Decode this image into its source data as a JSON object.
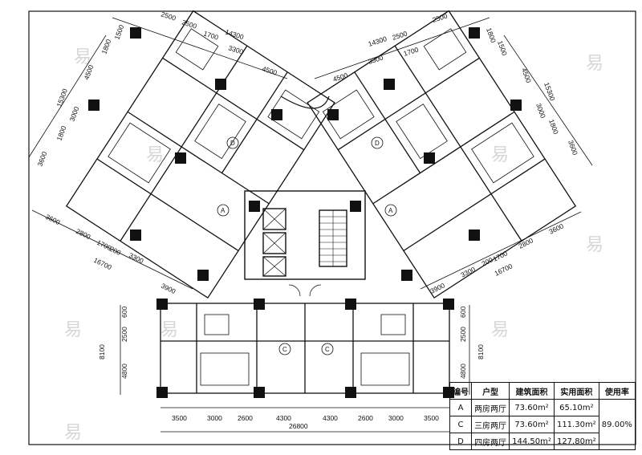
{
  "watermark": "易",
  "units": [
    {
      "id": "A",
      "label": "A"
    },
    {
      "id": "B",
      "label": "A"
    },
    {
      "id": "C",
      "label": "C"
    },
    {
      "id": "D",
      "label": "C"
    },
    {
      "id": "E",
      "label": "D"
    },
    {
      "id": "F",
      "label": "D"
    }
  ],
  "dims_top_left": [
    "2500",
    "2500",
    "1700",
    "14300",
    "3300",
    "4500"
  ],
  "dims_top_right": [
    "14300",
    "2500",
    "2500",
    "4500",
    "3300",
    "1700"
  ],
  "dims_left_vertical": [
    "1500",
    "1800",
    "4500",
    "15300",
    "3000",
    "1800",
    "3600"
  ],
  "dims_right_vertical": [
    "1800",
    "1500",
    "4500",
    "15300",
    "3000",
    "1800",
    "3600"
  ],
  "dims_mid_left": [
    "3600",
    "2800",
    "1700",
    "200",
    "16700",
    "3300",
    "3900"
  ],
  "dims_mid_right": [
    "3900",
    "3300",
    "200",
    "1700",
    "16700",
    "2800",
    "3600"
  ],
  "dims_side_left": [
    "600",
    "2500",
    "8100",
    "4800"
  ],
  "dims_side_right": [
    "600",
    "2500",
    "8100",
    "4800"
  ],
  "dims_bottom": [
    "3500",
    "3000",
    "2600",
    "4300",
    "4300",
    "2600",
    "3000",
    "3500"
  ],
  "dims_bottom_total": "26800",
  "legend": {
    "headers": [
      "编号",
      "户型",
      "建筑面积",
      "实用面积",
      "使用率"
    ],
    "rows": [
      {
        "code": "A",
        "type": "两房两厅",
        "built": "73.60m²",
        "usable": "65.10m²"
      },
      {
        "code": "C",
        "type": "三房两厅",
        "built": "73.60m²",
        "usable": "111.30m²"
      },
      {
        "code": "D",
        "type": "四房两厅",
        "built": "144.50m²",
        "usable": "127.80m²"
      }
    ],
    "ratio": "89.00%"
  }
}
